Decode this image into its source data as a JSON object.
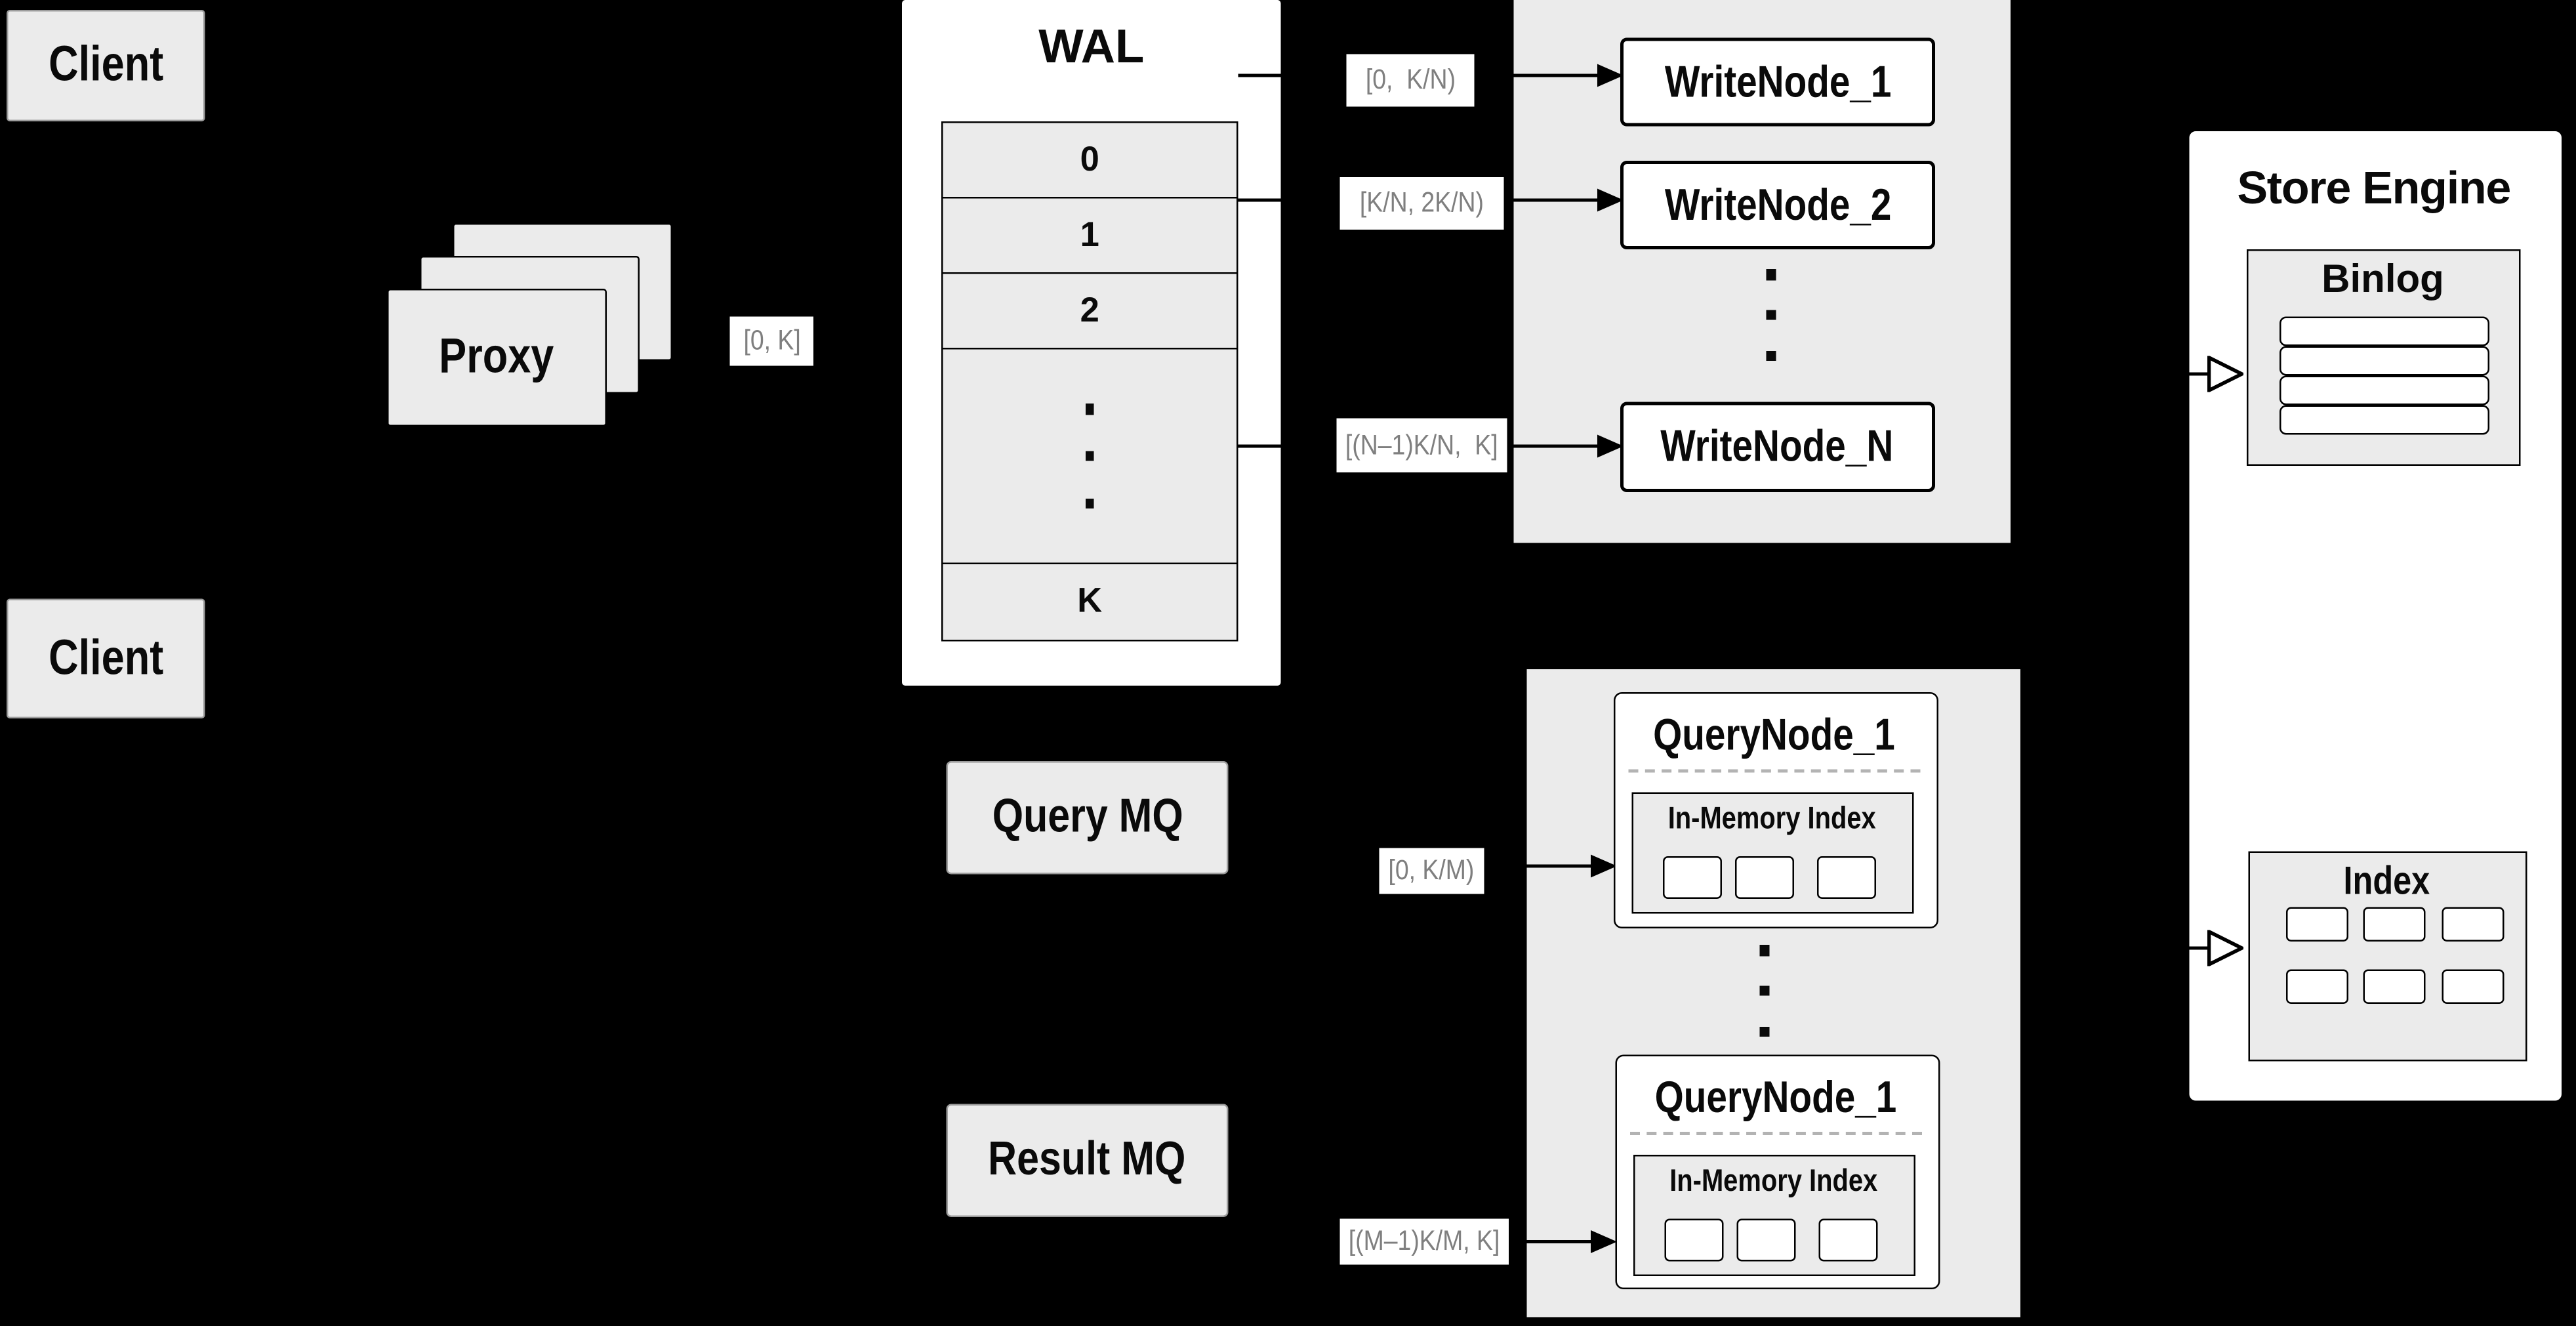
{
  "diagram": {
    "clients": [
      "Client",
      "Client"
    ],
    "proxy": {
      "label": "Proxy",
      "range": "[0, K]"
    },
    "wal": {
      "title": "WAL",
      "segments": [
        "0",
        "1",
        "2"
      ],
      "tail_segment": "K"
    },
    "write": {
      "nodes": [
        "WriteNode_1",
        "WriteNode_2",
        "WriteNode_N"
      ],
      "ranges": [
        "[0,  K/N)",
        "[K/N, 2K/N)",
        "[(N–1)K/N,  K]"
      ]
    },
    "mq": {
      "query": "Query MQ",
      "result": "Result MQ"
    },
    "query_panel": {
      "nodes": [
        "QueryNode_1",
        "QueryNode_1"
      ],
      "inmem": "In-Memory Index",
      "ranges": [
        "[0, K/M)",
        "[(M–1)K/M, K]"
      ]
    },
    "store": {
      "title": "Store Engine",
      "binlog": "Binlog",
      "index": "Index"
    },
    "colors": {
      "background": "#000000",
      "panel_gray": "#ebebeb",
      "box_white": "#ffffff",
      "line_black": "#000000",
      "range_text_gray": "#7f7f7f"
    }
  }
}
